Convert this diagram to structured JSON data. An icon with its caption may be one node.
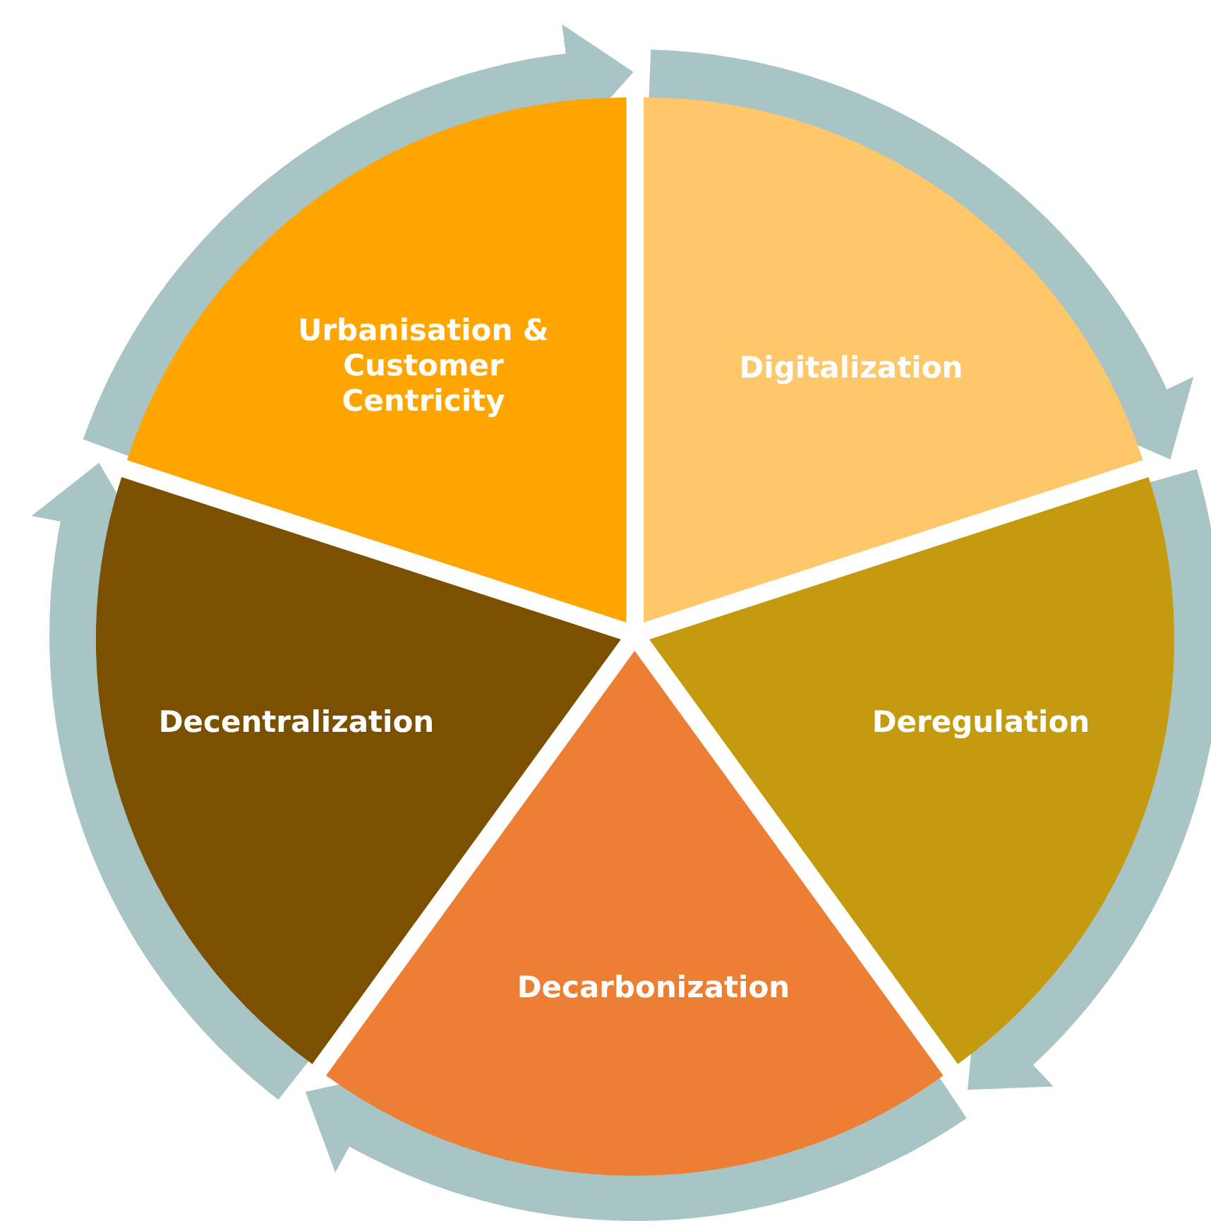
{
  "diagram": {
    "nodes": [
      {
        "text": [
          "Digitalization"
        ]
      },
      {
        "text": [
          "Deregulation"
        ]
      },
      {
        "text": [
          "Decarbonization"
        ]
      },
      {
        "text": [
          "Decentralization"
        ]
      },
      {
        "text": [
          "Urbanisation & Customer Centricity"
        ]
      }
    ]
  }
}
